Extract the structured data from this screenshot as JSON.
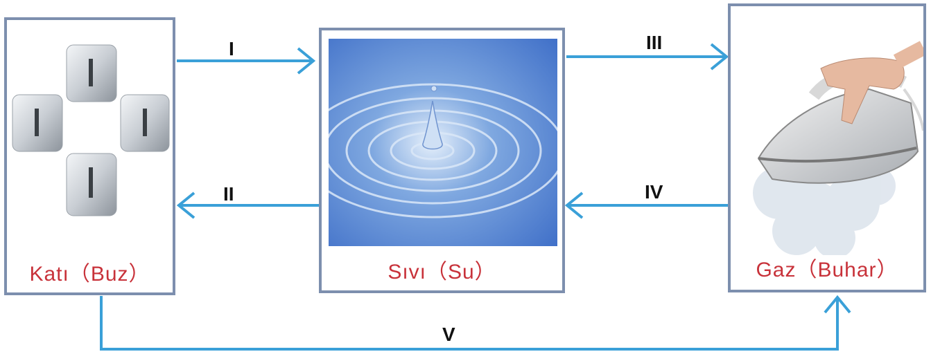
{
  "states": {
    "solid": {
      "label": "Katı（Buz）"
    },
    "liquid": {
      "label": "Sıvı（Su）"
    },
    "gas": {
      "label": "Gaz（Buhar）"
    }
  },
  "transitions": {
    "I": "I",
    "II": "II",
    "III": "III",
    "IV": "IV",
    "V": "V"
  },
  "colors": {
    "arrow": "#3aa0d8",
    "panel_border": "#7d8fae",
    "caption": "#c8323a"
  },
  "icons": {
    "solid": "ice-cubes-icon",
    "liquid": "water-ripple-icon",
    "gas": "steam-iron-icon"
  }
}
